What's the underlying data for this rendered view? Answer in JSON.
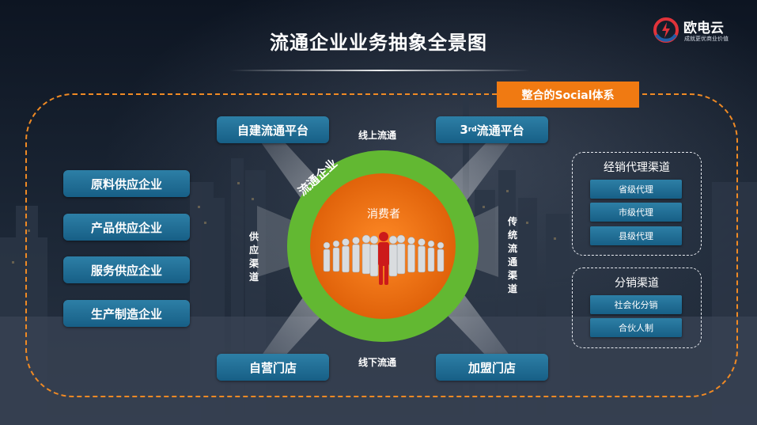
{
  "title": "流通企业业务抽象全景图",
  "logo": {
    "name": "欧电云",
    "slogan": "成就更优商业价值",
    "icon": "lightning-circle-icon",
    "color_red": "#e0333a",
    "color_blue": "#1f5fa8"
  },
  "social_system": "整合的Social体系",
  "platforms": {
    "self_built": "自建流通平台",
    "third_party_prefix": "3",
    "third_party_sup": "rd",
    "third_party_suffix": "流通平台",
    "self_store": "自营门店",
    "franchise_store": "加盟门店"
  },
  "channels": {
    "online": "线上流通",
    "offline": "线下流通",
    "supply": "供应渠道",
    "traditional": "传统流通渠道"
  },
  "suppliers": [
    "原料供应企业",
    "产品供应企业",
    "服务供应企业",
    "生产制造企业"
  ],
  "center": {
    "ring_label": "流通企业",
    "consumer_label": "消费者",
    "ring_color": "#62b832",
    "core_color": "#f07412"
  },
  "dealer_group": {
    "title": "经销代理渠道",
    "items": [
      "省级代理",
      "市级代理",
      "县级代理"
    ]
  },
  "distribution_group": {
    "title": "分销渠道",
    "items": [
      "社会化分销",
      "合伙人制"
    ]
  },
  "colors": {
    "frame_dash": "#f08a24",
    "social_bg": "#f07a12",
    "box_blue": "#2d7fa6"
  }
}
